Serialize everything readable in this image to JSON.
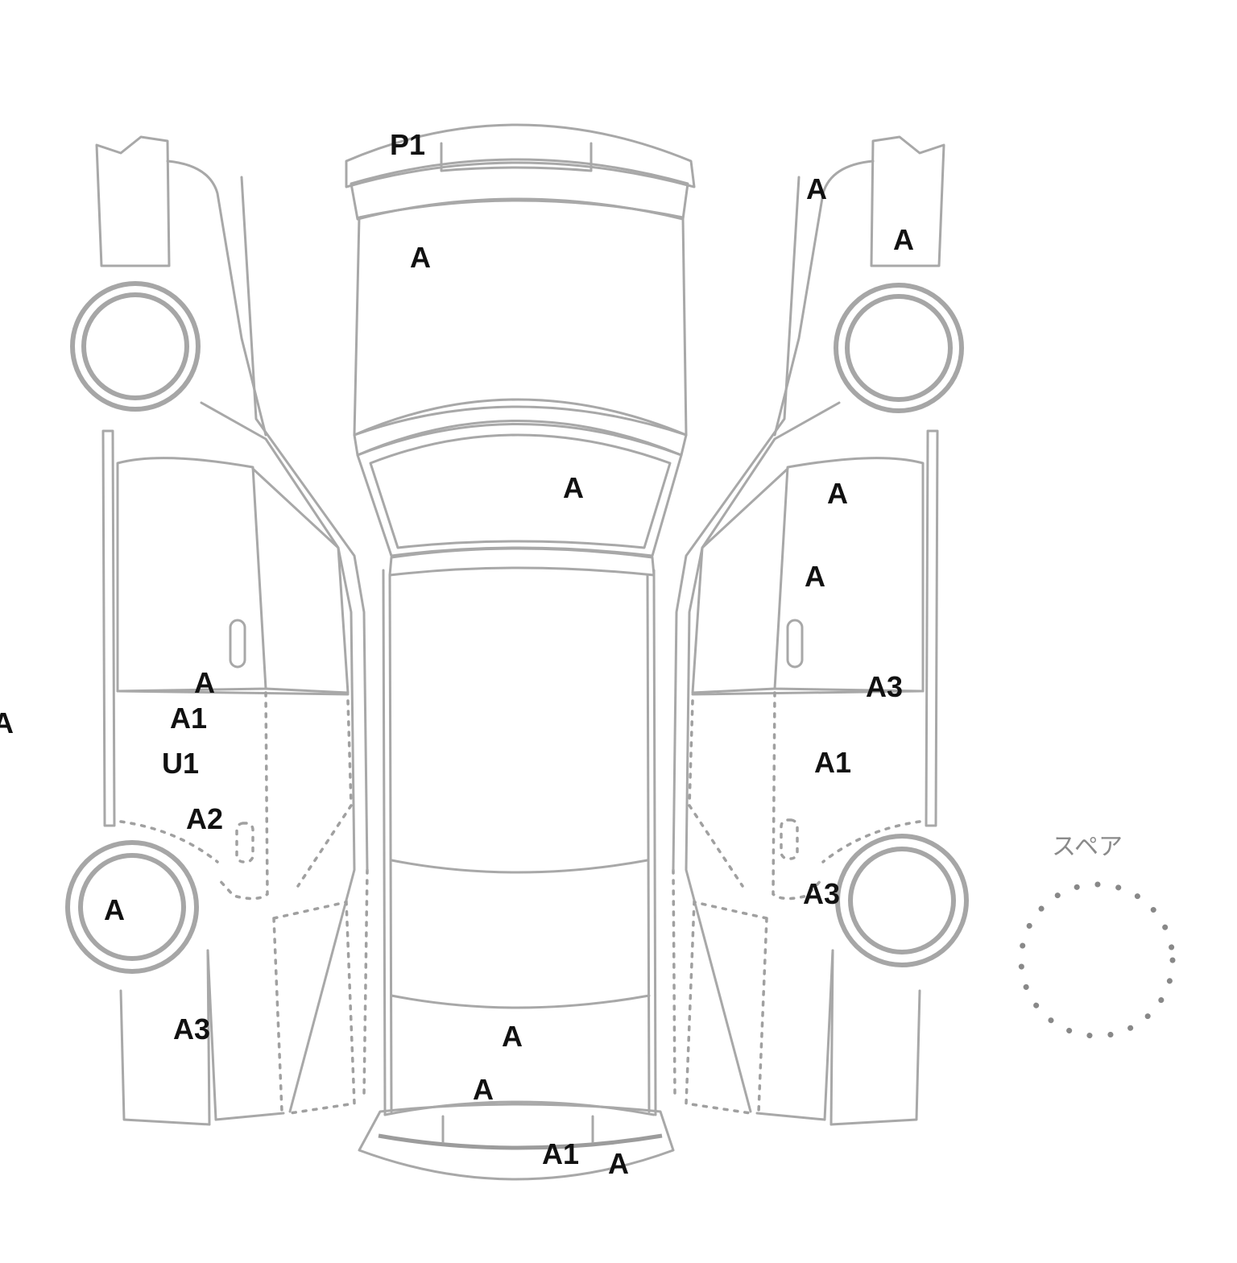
{
  "diagram": {
    "spare_label": "スペア",
    "damage_marks": [
      {
        "id": "roof-rear-p1",
        "code": "P1"
      },
      {
        "id": "trunk",
        "code": "A"
      },
      {
        "id": "rear-glass",
        "code": "A"
      },
      {
        "id": "hood-front",
        "code": "A"
      },
      {
        "id": "hood-lower",
        "code": "A"
      },
      {
        "id": "front-bumper-a1",
        "code": "A1"
      },
      {
        "id": "front-bumper-a",
        "code": "A"
      },
      {
        "id": "left-rear-quarter",
        "code": "A"
      },
      {
        "id": "left-rear-fender",
        "code": "A"
      },
      {
        "id": "left-door-a",
        "code": "A"
      },
      {
        "id": "left-door-a1",
        "code": "A1"
      },
      {
        "id": "left-door-u1",
        "code": "U1"
      },
      {
        "id": "left-sill-a2",
        "code": "A2"
      },
      {
        "id": "left-front-wheel",
        "code": "A"
      },
      {
        "id": "left-front-fender",
        "code": "A3"
      },
      {
        "id": "left-edge",
        "code": "A"
      },
      {
        "id": "right-door-a-upper",
        "code": "A"
      },
      {
        "id": "right-door-a-lower",
        "code": "A"
      },
      {
        "id": "right-door-a3",
        "code": "A3"
      },
      {
        "id": "right-door-a1",
        "code": "A1"
      },
      {
        "id": "right-sill-a3",
        "code": "A3"
      }
    ]
  }
}
